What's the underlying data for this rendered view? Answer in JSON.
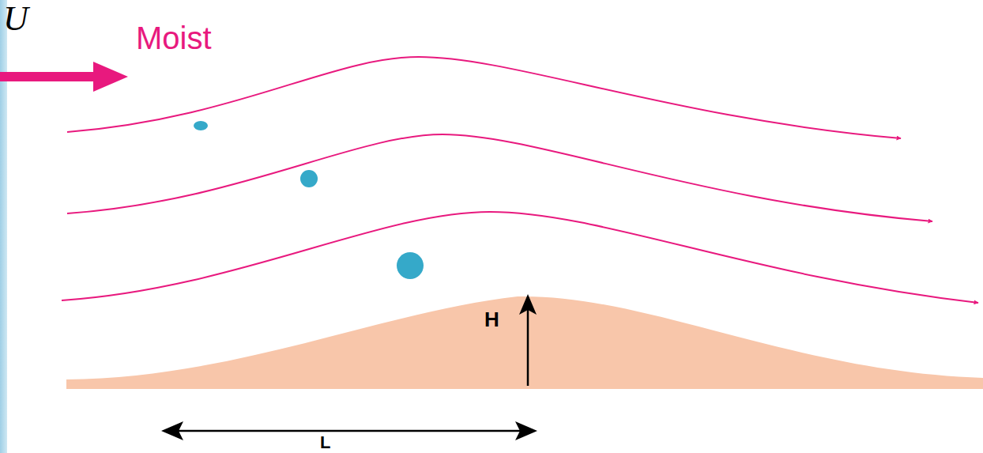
{
  "diagram": {
    "labels": [
      "U",
      "Moist",
      "H",
      "L"
    ]
  }
}
